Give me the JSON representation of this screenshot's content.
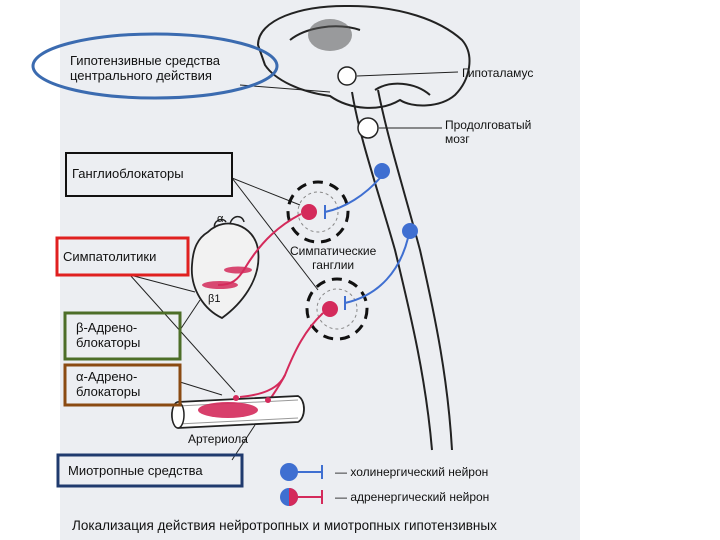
{
  "labels": {
    "central_agents": "Гипотензивные средства\nцентрального действия",
    "hypothalamus": "Гипоталамус",
    "medulla": "Продолговатый\nмозг",
    "ganglionic_blockers": "Ганглиоблокаторы",
    "sympatholytics": "Симпатолитики",
    "beta_blockers": "β-Адрено-\nблокаторы",
    "alpha_blockers": "α-Адрено-\nблокаторы",
    "myotropic": "Миотропные средства",
    "sympathetic_ganglia": "Симпатические\nганглии",
    "arteriole": "Артериола",
    "beta1": "β1",
    "alpha": "α",
    "legend_cholinergic": "— холинергический нейрон",
    "legend_adrenergic": "— адренергический нейрон",
    "caption": "Локализация действия нейротропных и миотропных гипотензивных"
  },
  "colors": {
    "cholinergic_neuron": "#3f6fd1",
    "adrenergic_neuron": "#d42a5b",
    "ring_central": "#3b6bb0",
    "box_ganglionic": "#111111",
    "box_sympatholytics": "#e02020",
    "box_beta": "#4d6e28",
    "box_alpha": "#8a4a12",
    "box_myotropic": "#1f3a6e"
  }
}
